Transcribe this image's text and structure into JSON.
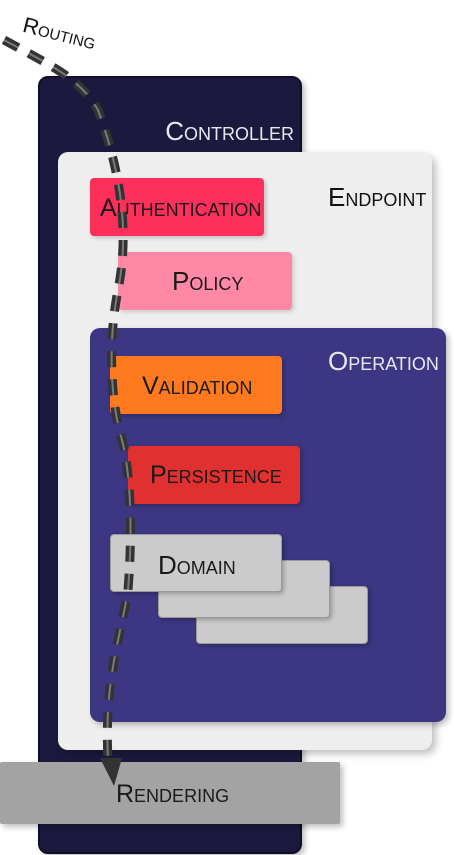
{
  "routing": {
    "label": "Routing"
  },
  "controller": {
    "label": "Controller",
    "color": "#1b1a3e"
  },
  "endpoint": {
    "label": "Endpoint",
    "color": "#eeeeee"
  },
  "operation": {
    "label": "Operation",
    "color": "#3d3682"
  },
  "steps": {
    "authentication": {
      "label": "Authentication",
      "color": "#ff2f5c"
    },
    "policy": {
      "label": "Policy",
      "color": "#ff88a6"
    },
    "validation": {
      "label": "Validation",
      "color": "#ff7a1f"
    },
    "persistence": {
      "label": "Persistence",
      "color": "#e03030"
    },
    "domain": {
      "label": "Domain",
      "color": "#cbcbcb"
    }
  },
  "rendering": {
    "label": "Rendering",
    "color": "#a3a3a3"
  },
  "routing_path": {
    "style": "dashed",
    "arrow": "arrow-down-icon",
    "color": "#333333"
  }
}
